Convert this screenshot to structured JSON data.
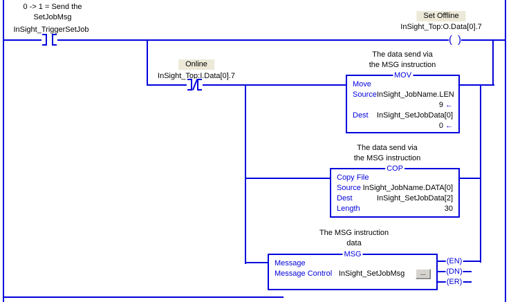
{
  "colors": {
    "wire": "#0000DC",
    "label_bg": "#ECE9D8",
    "ink": "#000000",
    "button_face": "#D6D3CE"
  },
  "trigger": {
    "comment": [
      "0 -> 1 = Send the",
      "SetJobMsg"
    ],
    "tag": "InSight_TriggerSetJob"
  },
  "offline_coil": {
    "label": "Set Offline",
    "tag": "InSight_Top:O.Data[0].7"
  },
  "online_contact": {
    "label": "Online",
    "tag": "InSight_Top:I.Data[0].7"
  },
  "mov": {
    "comment": [
      "The data send via",
      "the MSG instruction"
    ],
    "title": "MOV",
    "name": "Move",
    "source_label": "Source",
    "source_value": "InSight_JobName.LEN",
    "source_live": "9",
    "dest_label": "Dest",
    "dest_value": "InSight_SetJobData[0]",
    "dest_live": "0",
    "live_arrow": "←"
  },
  "cop": {
    "comment": [
      "The data send via",
      "the MSG instruction"
    ],
    "title": "COP",
    "name": "Copy File",
    "source_label": "Source",
    "source_value": "InSight_JobName.DATA[0]",
    "dest_label": "Dest",
    "dest_value": "InSight_SetJobData[2]",
    "length_label": "Length",
    "length_value": "30"
  },
  "msg": {
    "comment": [
      "The MSG instruction",
      "data"
    ],
    "title": "MSG",
    "name": "Message",
    "control_label": "Message Control",
    "control_value": "InSight_SetJobMsg",
    "browse": "...",
    "en": "(EN)",
    "dn": "(DN)",
    "er": "(ER)"
  }
}
